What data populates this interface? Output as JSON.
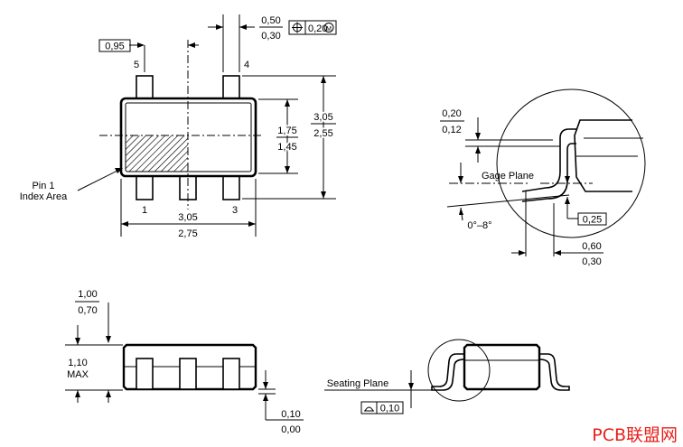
{
  "top_view": {
    "pitch_label": "0,95",
    "pin_5": "5",
    "pin_4": "4",
    "pin_1": "1",
    "pin_3": "3",
    "lead_width_max": "0,50",
    "lead_width_min": "0,30",
    "position_tol": "0,20",
    "mmc_symbol": "M",
    "body_width_max": "1,75",
    "body_width_min": "1,45",
    "overall_width_max": "3,05",
    "overall_width_min": "2,55",
    "body_length_max": "3,05",
    "body_length_min": "2,75",
    "pin1_line1": "Pin 1",
    "pin1_line2": "Index Area"
  },
  "detail_view": {
    "lead_thick_max": "0,20",
    "lead_thick_min": "0,12",
    "gage_plane": "Gage Plane",
    "gage_value": "0,25",
    "angle": "0°–8°",
    "foot_max": "0,60",
    "foot_min": "0,30"
  },
  "side_view": {
    "standoff_max": "1,00",
    "standoff_min": "0,70",
    "height_max": "1,10",
    "height_label": "MAX",
    "clearance_max": "0,10",
    "clearance_min": "0,00"
  },
  "seating_view": {
    "seating_plane": "Seating Plane",
    "coplanarity": "0,10"
  },
  "watermark": "PCB联盟网",
  "colors": {
    "ink": "#000000",
    "watermark": "#e8201a"
  }
}
